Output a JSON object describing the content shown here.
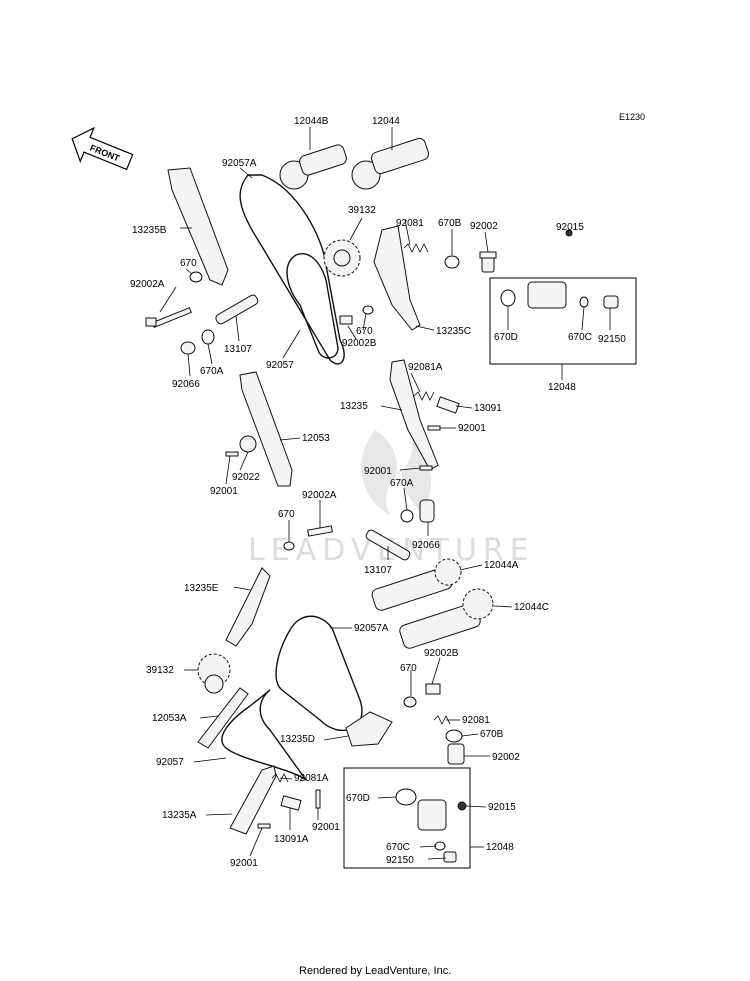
{
  "diagram_code": "E1230",
  "front_label": "FRONT",
  "watermark": "LEADVENTURE",
  "footer": "Rendered by LeadVenture, Inc.",
  "labels": {
    "l12044B": "12044B",
    "l12044": "12044",
    "l92057A_top": "92057A",
    "l13235B": "13235B",
    "l39132_top": "39132",
    "l92081": "92081",
    "l670B_top": "670B",
    "l92002_top": "92002",
    "l92015_top": "92015",
    "l670_left": "670",
    "l92002A_left": "92002A",
    "l13107_top": "13107",
    "l670A_left": "670A",
    "l92066_left": "92066",
    "l92057_mid": "92057",
    "l670_mid": "670",
    "l92002B_mid": "92002B",
    "l13235C": "13235C",
    "l670D_top": "670D",
    "l670C_top": "670C",
    "l92150_top": "92150",
    "l12048_top": "12048",
    "l92081A_top": "92081A",
    "l13235": "13235",
    "l13091": "13091",
    "l92001_a": "92001",
    "l12053": "12053",
    "l92022": "92022",
    "l92001_b": "92001",
    "l92001_c": "92001",
    "l670A_mid": "670A",
    "l92002A_mid": "92002A",
    "l670_low": "670",
    "l92066_low": "92066",
    "l13107_low": "13107",
    "l12044A": "12044A",
    "l13235E": "13235E",
    "l12044C": "12044C",
    "l92057A_low": "92057A",
    "l92002B_low": "92002B",
    "l39132_low": "39132",
    "l670_low2": "670",
    "l12053A": "12053A",
    "l92081_low": "92081",
    "l13235D": "13235D",
    "l670B_low": "670B",
    "l92057_low": "92057",
    "l92002_low": "92002",
    "l92081A_low": "92081A",
    "l13235A": "13235A",
    "l92001_d": "92001",
    "l670D_low": "670D",
    "l92015_low": "92015",
    "l13091A": "13091A",
    "l92001_e": "92001",
    "l670C_low": "670C",
    "l92150_low": "92150",
    "l12048_low": "12048"
  }
}
